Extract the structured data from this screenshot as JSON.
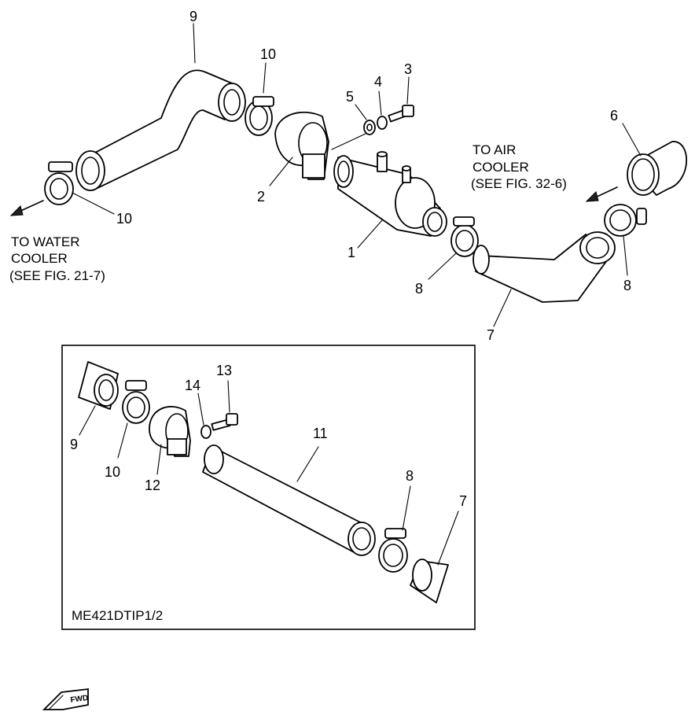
{
  "labels": {
    "p1": "1",
    "p2": "2",
    "p3": "3",
    "p4": "4",
    "p5": "5",
    "p6": "6",
    "p7": "7",
    "p8a": "8",
    "p8b": "8",
    "p9": "9",
    "p10a": "10",
    "p10b": "10",
    "i7": "7",
    "i8": "8",
    "i9": "9",
    "i10": "10",
    "i11": "11",
    "i12": "12",
    "i13": "13",
    "i14": "14"
  },
  "notes": {
    "water": [
      "TO WATER",
      "COOLER",
      "(SEE FIG. 21-7)"
    ],
    "air": [
      "TO AIR",
      "COOLER",
      "(SEE FIG. 32-6)"
    ]
  },
  "inset_code": "ME421DTIP1/2",
  "fwd_text": "FWD"
}
